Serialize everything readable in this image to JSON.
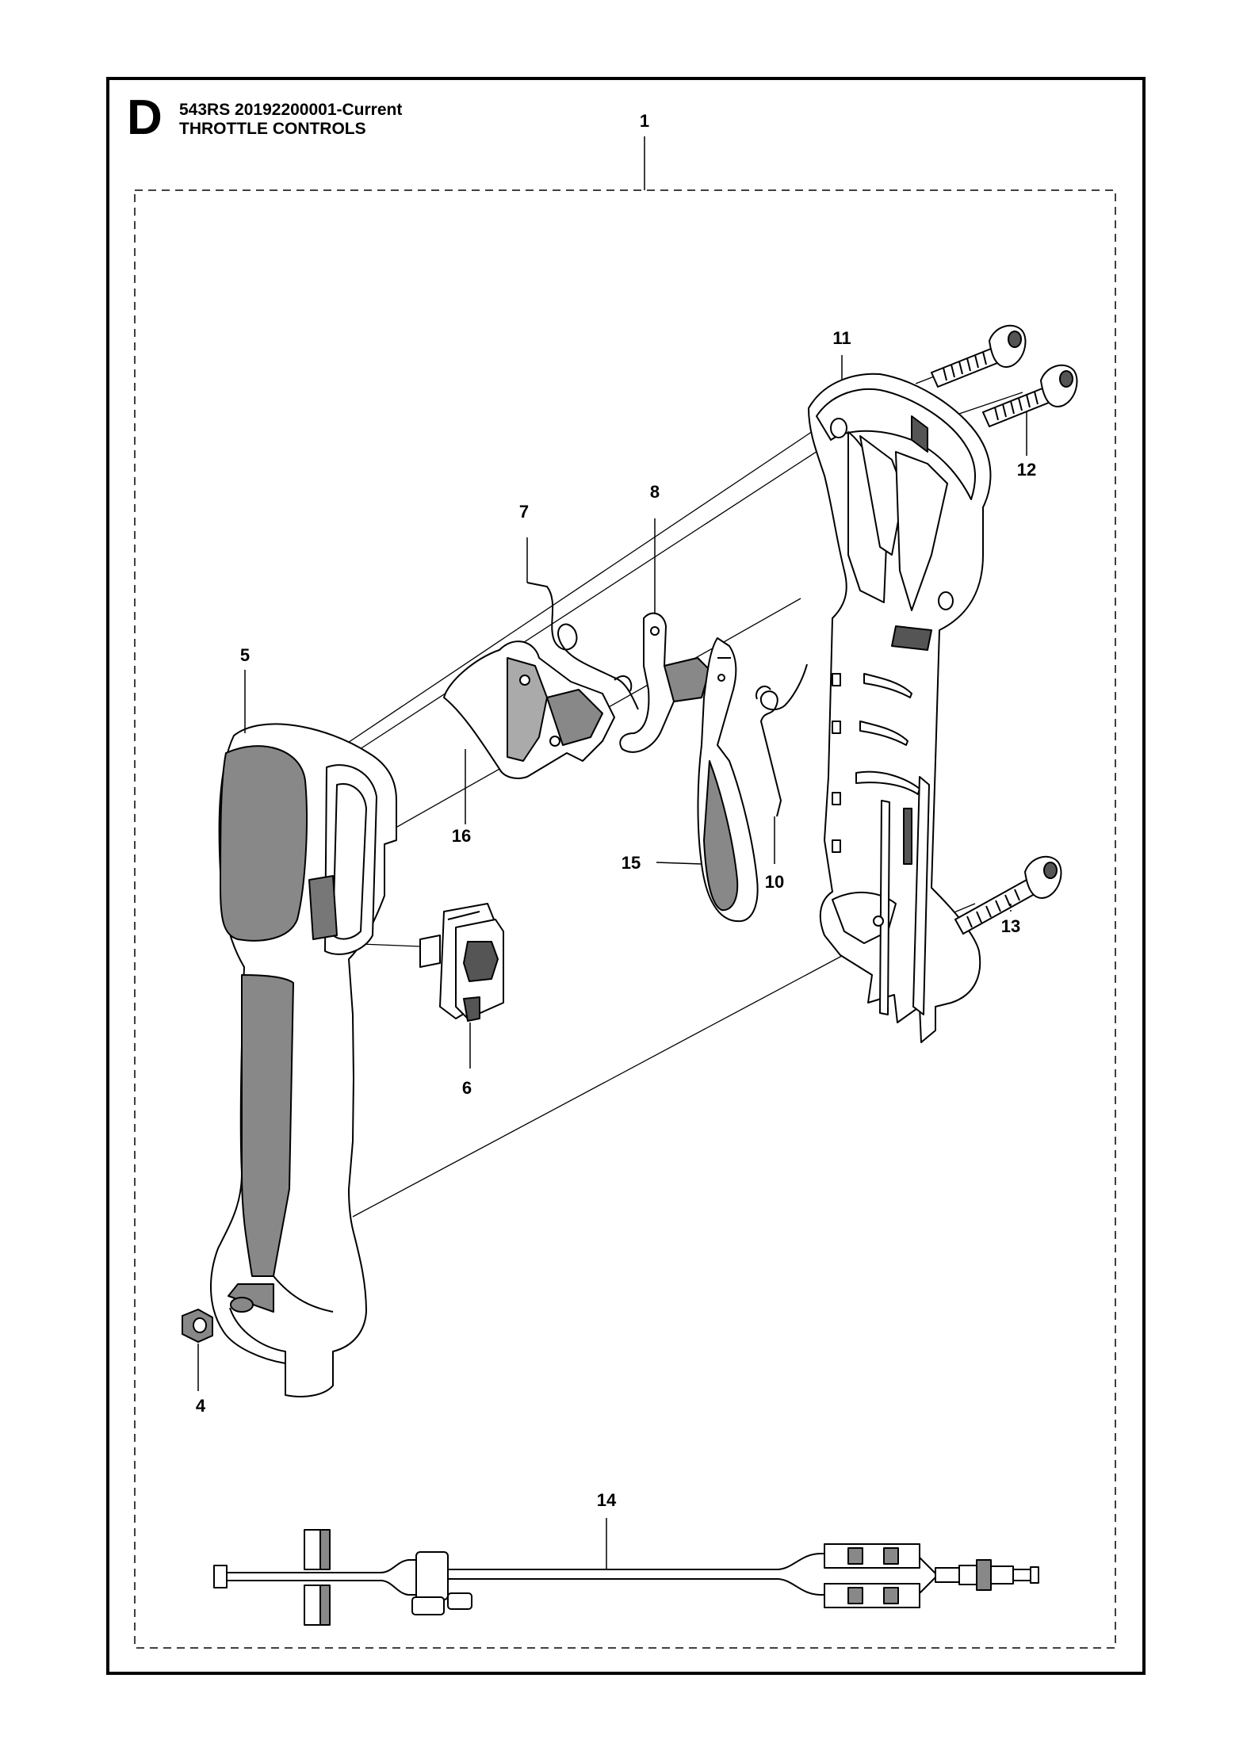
{
  "header": {
    "section_letter": "D",
    "model_line": "543RS  20192200001-Current",
    "title": "THROTTLE CONTROLS"
  },
  "callouts": {
    "c1": "1",
    "c4": "4",
    "c5": "5",
    "c6": "6",
    "c7": "7",
    "c8": "8",
    "c10": "10",
    "c11": "11",
    "c12": "12",
    "c13": "13",
    "c14": "14",
    "c15": "15",
    "c16": "16"
  }
}
